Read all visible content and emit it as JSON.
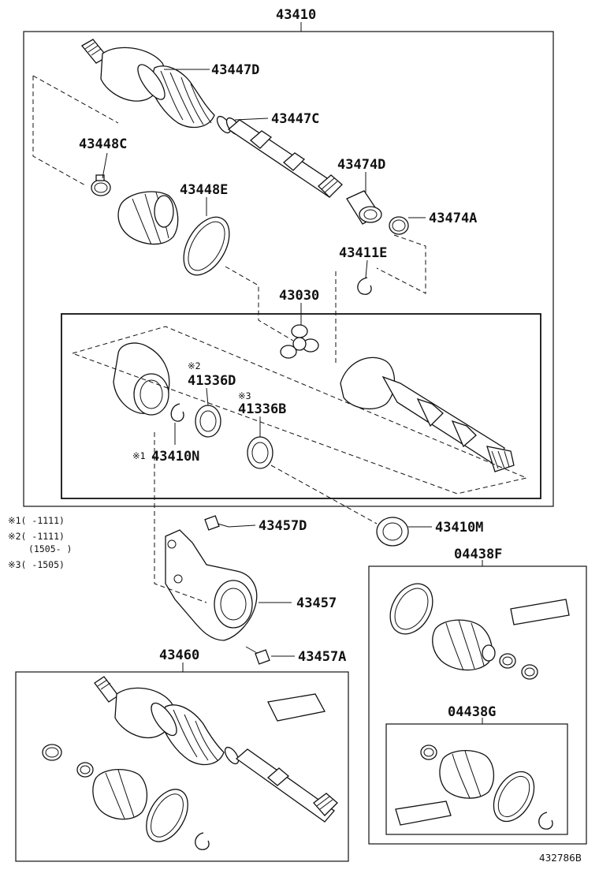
{
  "labels": {
    "p43410": "43410",
    "p43447D": "43447D",
    "p43447C": "43447C",
    "p43448C": "43448C",
    "p43448E": "43448E",
    "p43474D": "43474D",
    "p43474A": "43474A",
    "p43411E": "43411E",
    "p43030": "43030",
    "p41336D": "41336D",
    "p41336B": "41336B",
    "p43410N": "43410N",
    "p43410M": "43410M",
    "p43457D": "43457D",
    "p43457": "43457",
    "p43457A": "43457A",
    "p04438F": "04438F",
    "p04438G": "04438G",
    "p43460": "43460"
  },
  "marks": {
    "m1": "※1",
    "m2": "※2",
    "m3": "※3"
  },
  "notes": {
    "n1": "※1(   -1111)",
    "n2": "※2(   -1111)",
    "n2b": "(1505-    )",
    "n3": "※3(   -1505)"
  },
  "ref_code": "432786B"
}
